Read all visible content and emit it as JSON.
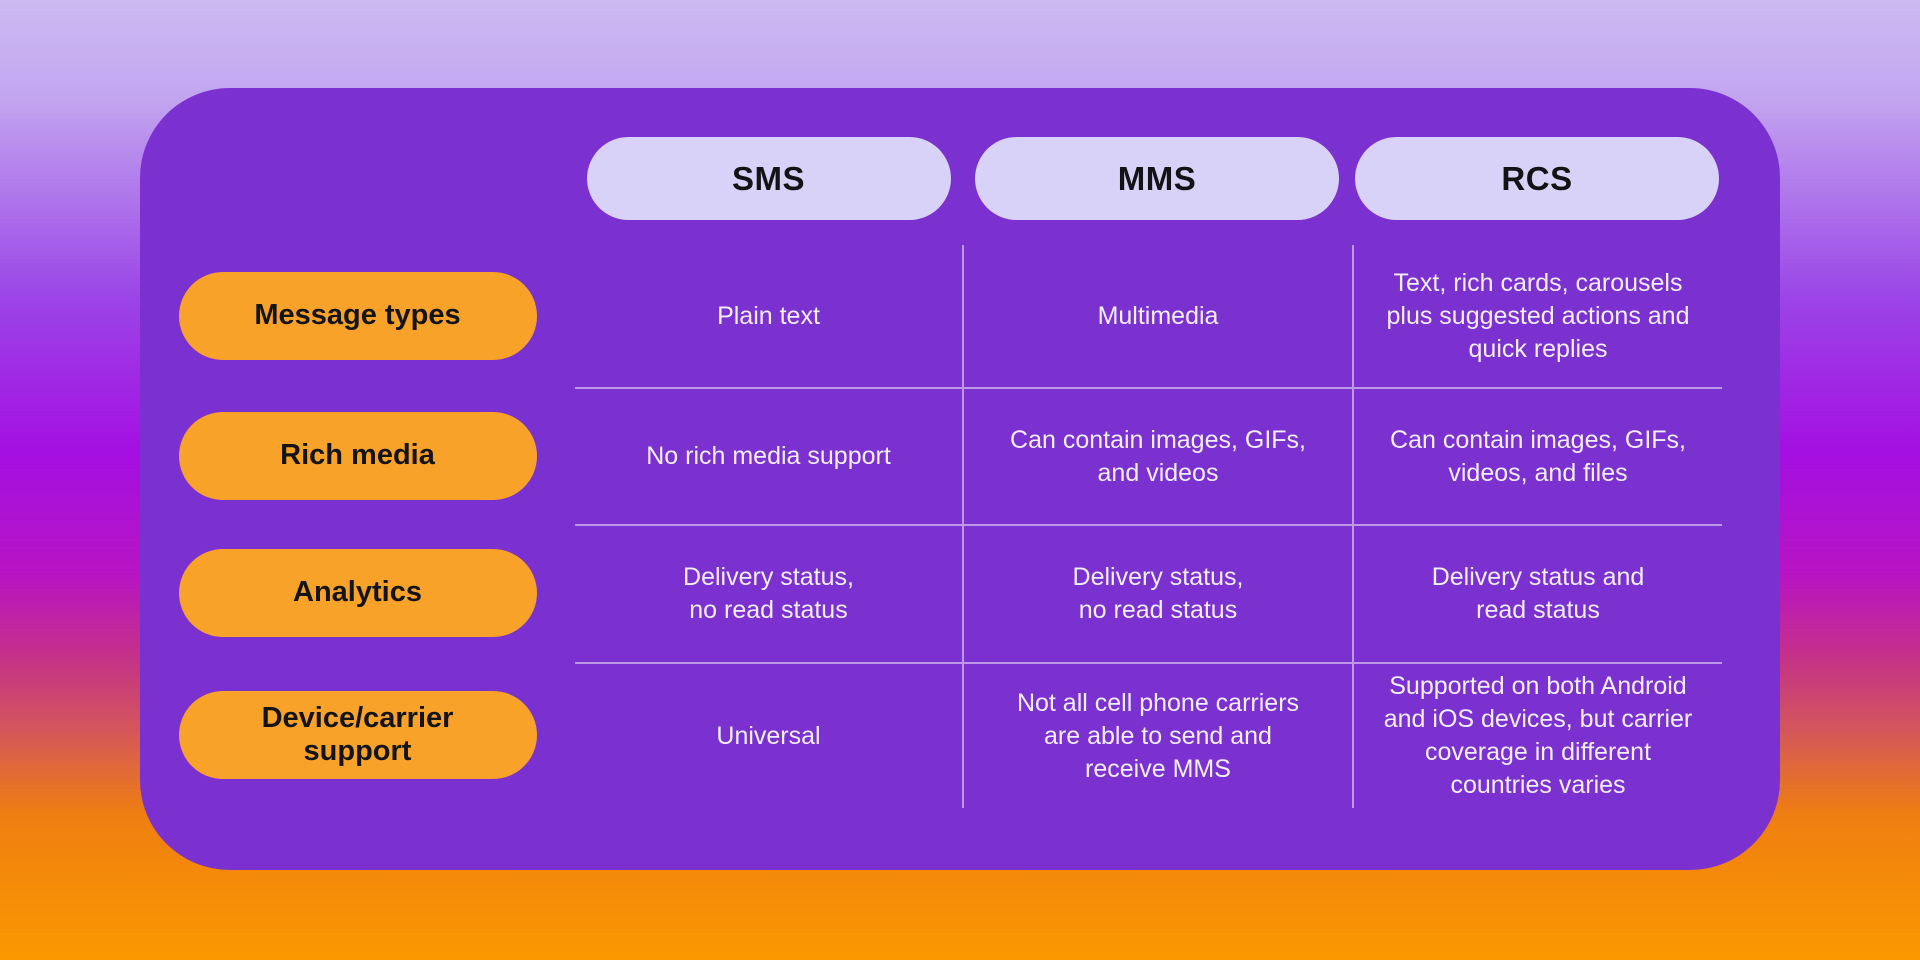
{
  "colors": {
    "card_bg": "#7B30D0",
    "header_pill_bg": "#D8D2F8",
    "label_pill_bg": "#F9A229",
    "body_text": "#F3EEFB",
    "divider": "rgba(255,255,255,0.5)",
    "background_gradient_top": "#CDBAF2",
    "background_gradient_mid": "#A410E2",
    "background_gradient_bottom": "#FB9800"
  },
  "table": {
    "columns": [
      {
        "label": "SMS"
      },
      {
        "label": "MMS"
      },
      {
        "label": "RCS"
      }
    ],
    "rows": [
      {
        "label": "Message types",
        "cells": [
          "Plain text",
          "Multimedia",
          "Text, rich cards, carousels\nplus suggested actions and\nquick replies"
        ]
      },
      {
        "label": "Rich media",
        "cells": [
          "No rich media support",
          "Can contain images, GIFs,\nand videos",
          "Can contain images, GIFs,\nvideos, and files"
        ]
      },
      {
        "label": "Analytics",
        "cells": [
          "Delivery status,\nno read status",
          "Delivery status,\nno read status",
          "Delivery status and\nread status"
        ]
      },
      {
        "label": "Device/carrier\nsupport",
        "cells": [
          "Universal",
          "Not all cell phone carriers\nare able to send and\nreceive MMS",
          "Supported on both Android\nand iOS devices, but carrier\ncoverage in different\ncountries varies"
        ]
      }
    ]
  }
}
